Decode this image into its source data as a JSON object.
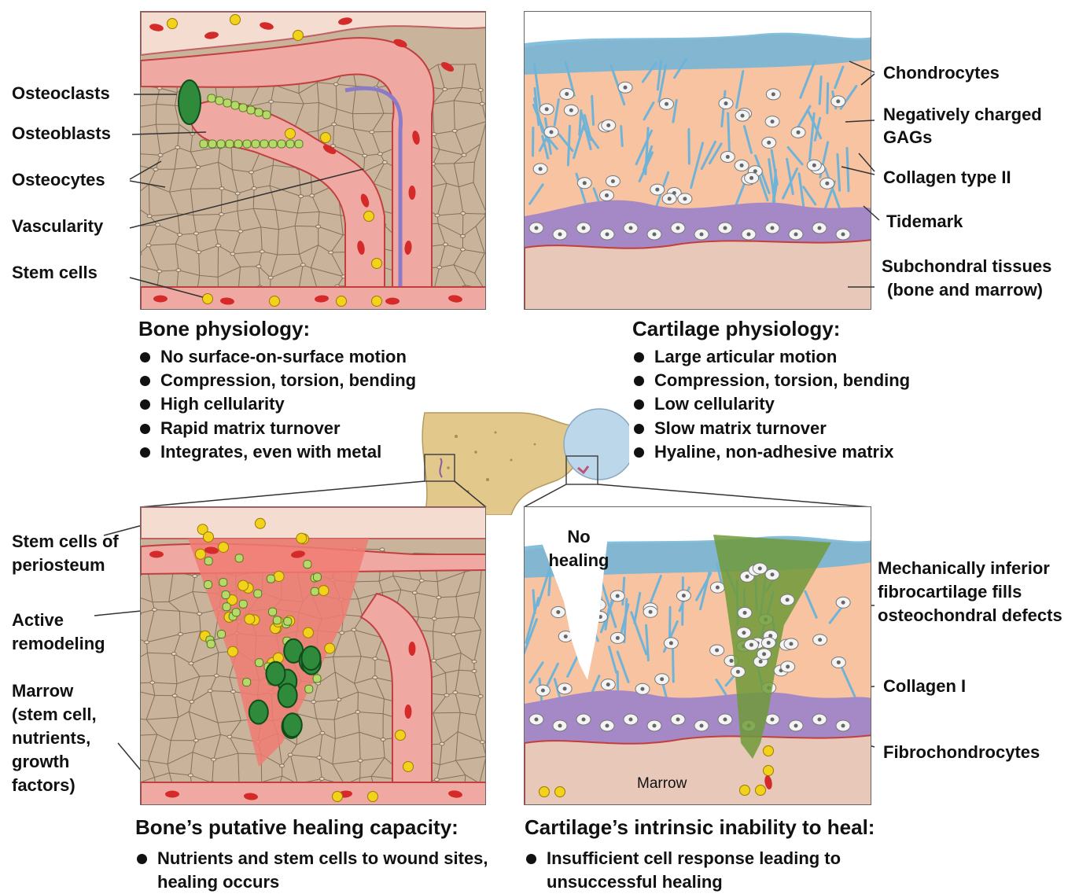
{
  "top_left": {
    "labels": {
      "osteoclasts": "Osteoclasts",
      "osteoblasts": "Osteoblasts",
      "osteocytes": "Osteocytes",
      "vascularity": "Vascularity",
      "stem_cells": "Stem cells"
    }
  },
  "top_right": {
    "labels": {
      "chondrocytes": "Chondrocytes",
      "gags_1": "Negatively charged",
      "gags_2": "GAGs",
      "collagen_ii": "Collagen type II",
      "tidemark": "Tidemark",
      "subchondral_1": "Subchondral tissues",
      "subchondral_2": "(bone and marrow)"
    }
  },
  "bone_physiology": {
    "heading": "Bone physiology:",
    "items": [
      "No surface-on-surface motion",
      "Compression, torsion, bending",
      "High cellularity",
      "Rapid matrix turnover",
      "Integrates, even with metal"
    ]
  },
  "cartilage_physiology": {
    "heading": "Cartilage physiology:",
    "items": [
      "Large articular motion",
      "Compression, torsion, bending",
      "Low cellularity",
      "Slow matrix turnover",
      "Hyaline, non-adhesive matrix"
    ]
  },
  "bottom_left": {
    "labels": {
      "stem_periosteum_1": "Stem cells of",
      "stem_periosteum_2": "periosteum",
      "active_1": "Active",
      "active_2": "remodeling",
      "marrow_1": "Marrow",
      "marrow_2": "(stem cell,",
      "marrow_3": "nutrients,",
      "marrow_4": "growth",
      "marrow_5": "factors)"
    }
  },
  "bottom_right": {
    "labels": {
      "no_healing": "No\nhealing",
      "mech_1": "Mechanically inferior",
      "mech_2": "fibrocartilage fills",
      "mech_3": "osteochondral defects",
      "collagen_i": "Collagen I",
      "fibrochondrocytes": "Fibrochondrocytes",
      "marrow": "Marrow"
    }
  },
  "bone_healing": {
    "heading": "Bone’s putative healing capacity:",
    "items": [
      "Nutrients and stem cells to wound sites, healing occurs"
    ]
  },
  "cartilage_healing": {
    "heading": "Cartilage’s intrinsic inability to heal:",
    "items": [
      "Insufficient cell response leading to unsuccessful healing"
    ]
  },
  "colors": {
    "bone_matrix": "#c9b39a",
    "bone_network": "#6e5a48",
    "vessel_pink": "#f0a9a2",
    "rbc_red": "#d42a2a",
    "stem_yellow": "#f2d21b",
    "osteoblast_green": "#b7d96a",
    "osteoclast_green": "#2f8a3c",
    "cartilage_blue": "#6fb4d8",
    "cartilage_peach": "#f7c3a0",
    "tidemark_purple": "#a588c6",
    "subchondral_tan": "#e8c8b8",
    "femur_beige": "#e3c88c",
    "femur_head_blue": "#bcd7ea"
  }
}
